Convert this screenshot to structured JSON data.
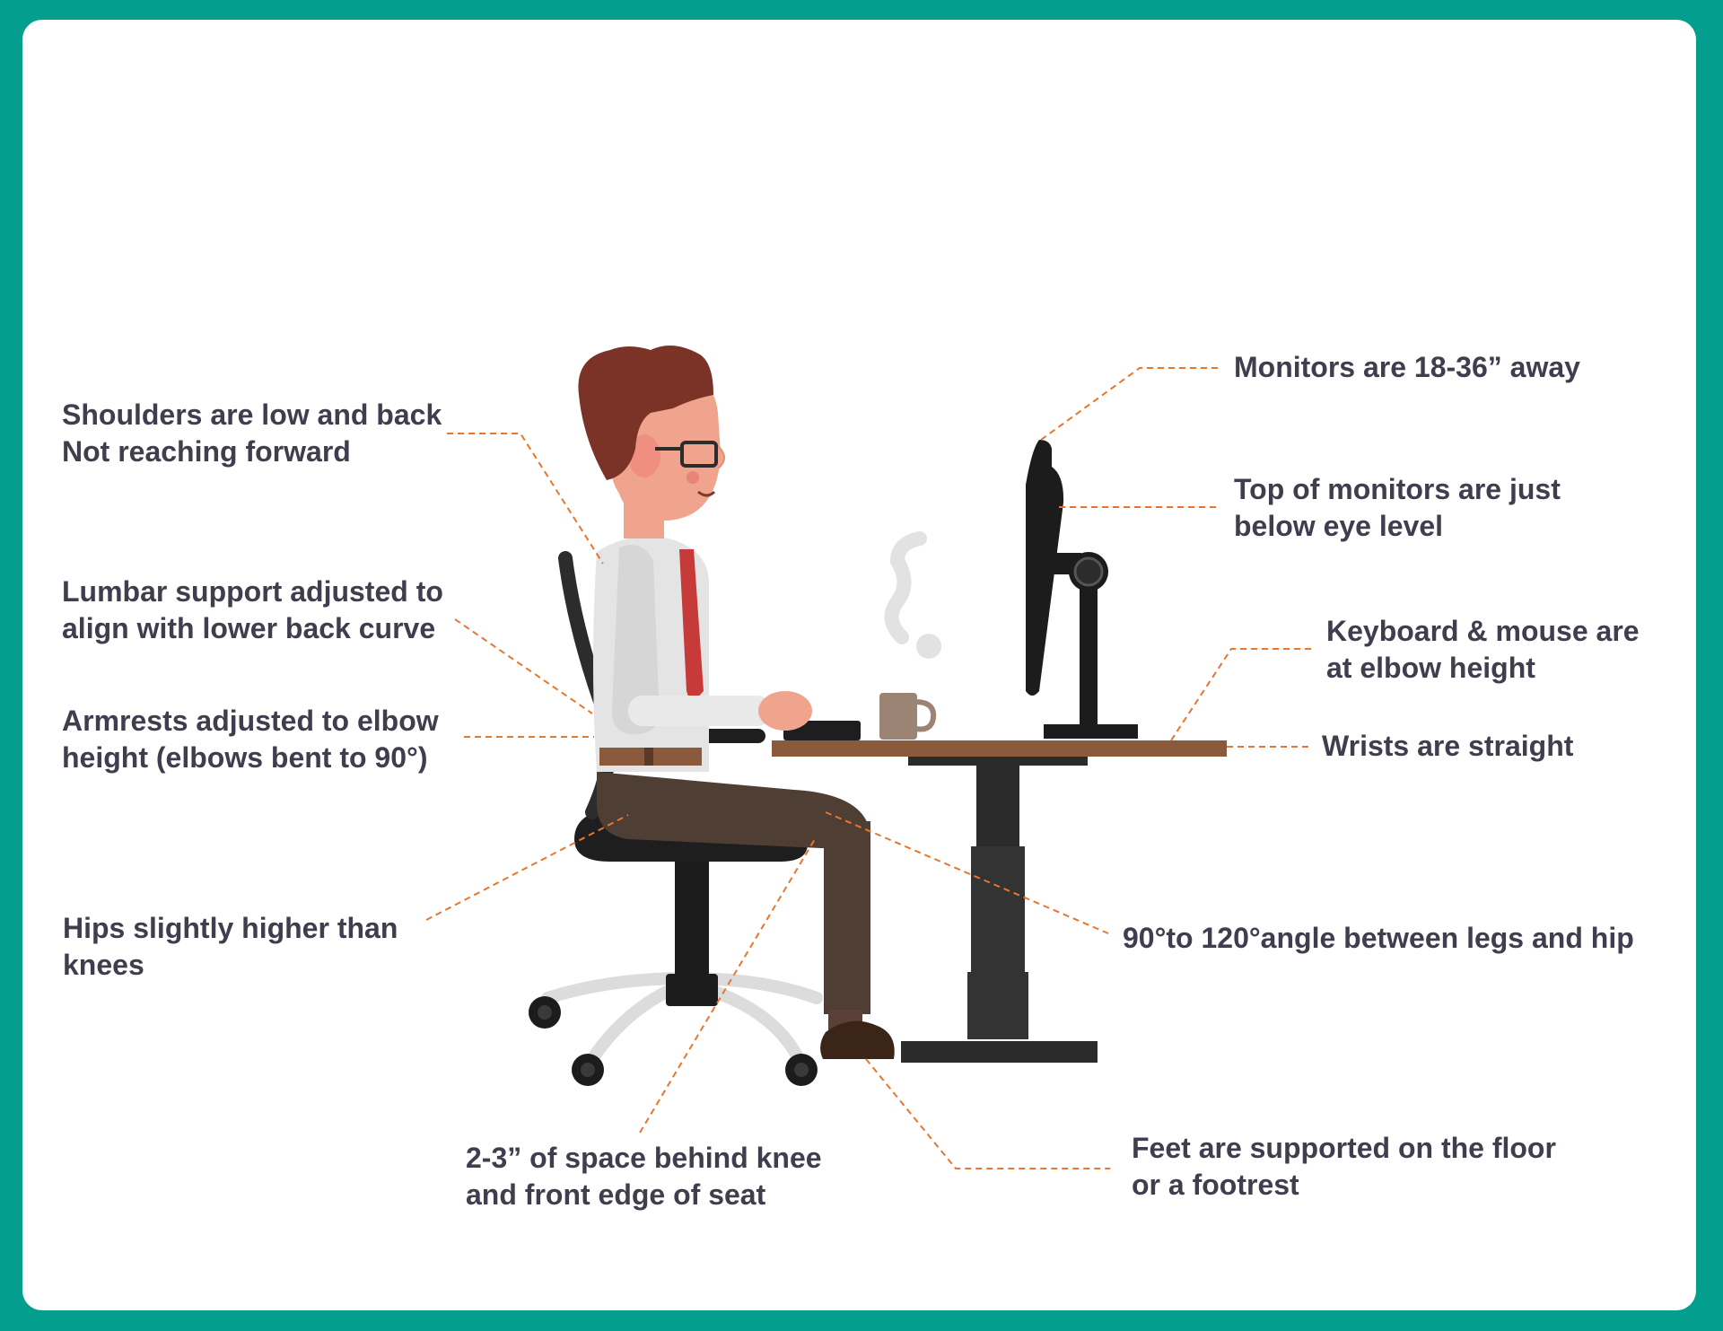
{
  "colors": {
    "frame": "#049e8e",
    "card": "#ffffff",
    "text": "#423d4e",
    "leader_line": "#e8762e"
  },
  "labels": {
    "shoulders": [
      "Shoulders are low and back",
      "Not reaching forward"
    ],
    "lumbar": [
      "Lumbar support adjusted to",
      "align with lower back curve"
    ],
    "armrests": [
      "Armrests adjusted to elbow",
      "height (elbows bent to 90°)"
    ],
    "hips": [
      "Hips slightly higher than",
      "knees"
    ],
    "knee_space": [
      "2-3” of space behind knee",
      "and front edge of seat"
    ],
    "monitor_distance": [
      "Monitors are 18-36” away"
    ],
    "monitor_top": [
      "Top of monitors are just",
      "below eye level"
    ],
    "keyboard": [
      "Keyboard & mouse are",
      "at elbow height"
    ],
    "wrists": [
      "Wrists are straight"
    ],
    "angle": [
      "90°to 120°angle between legs and hip"
    ],
    "feet": [
      "Feet are supported on the floor",
      "or a footrest"
    ]
  },
  "illustration": {
    "subject": "person-sitting-at-desk",
    "items": [
      "office-chair",
      "desk",
      "monitor",
      "keyboard",
      "coffee-mug"
    ]
  }
}
